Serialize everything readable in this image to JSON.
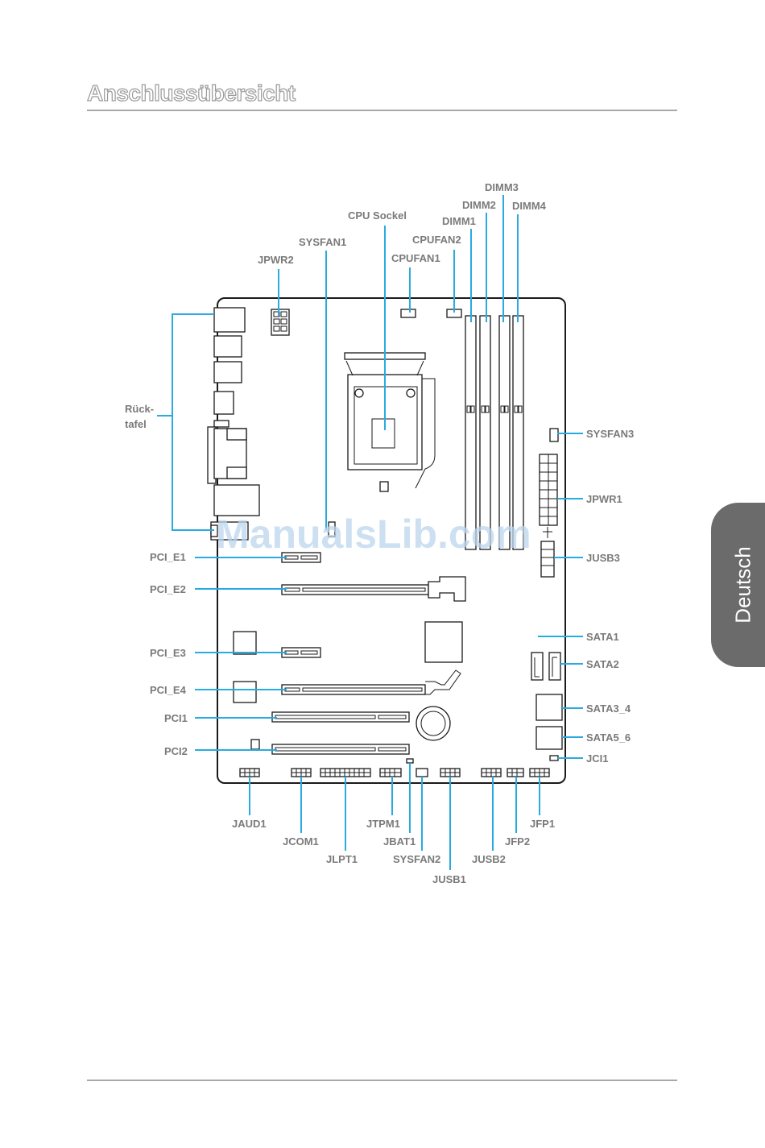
{
  "page": {
    "title": "Anschlussübersicht",
    "language_tab": "Deutsch",
    "watermark": "ManualsLib.com"
  },
  "labels": {
    "dimm3": "DIMM3",
    "dimm2": "DIMM2",
    "dimm4": "DIMM4",
    "dimm1": "DIMM1",
    "cpu_socket": "CPU Sockel",
    "cpufan2": "CPUFAN2",
    "cpufan1": "CPUFAN1",
    "sysfan1": "SYSFAN1",
    "jpwr2": "JPWR2",
    "rueck1": "Rück-",
    "rueck2": "tafel",
    "sysfan3": "SYSFAN3",
    "jpwr1": "JPWR1",
    "jusb3": "JUSB3",
    "pci_e1": "PCI_E1",
    "pci_e2": "PCI_E2",
    "pci_e3": "PCI_E3",
    "pci_e4": "PCI_E4",
    "pci1": "PCI1",
    "pci2": "PCI2",
    "sata1": "SATA1",
    "sata2": "SATA2",
    "sata3_4": "SATA3_4",
    "sata5_6": "SATA5_6",
    "jci1": "JCI1",
    "jaud1": "JAUD1",
    "jcom1": "JCOM1",
    "jlpt1": "JLPT1",
    "jtpm1": "JTPM1",
    "jbat1": "JBAT1",
    "sysfan2": "SYSFAN2",
    "jusb1": "JUSB1",
    "jusb2": "JUSB2",
    "jfp2": "JFP2",
    "jfp1": "JFP1"
  }
}
